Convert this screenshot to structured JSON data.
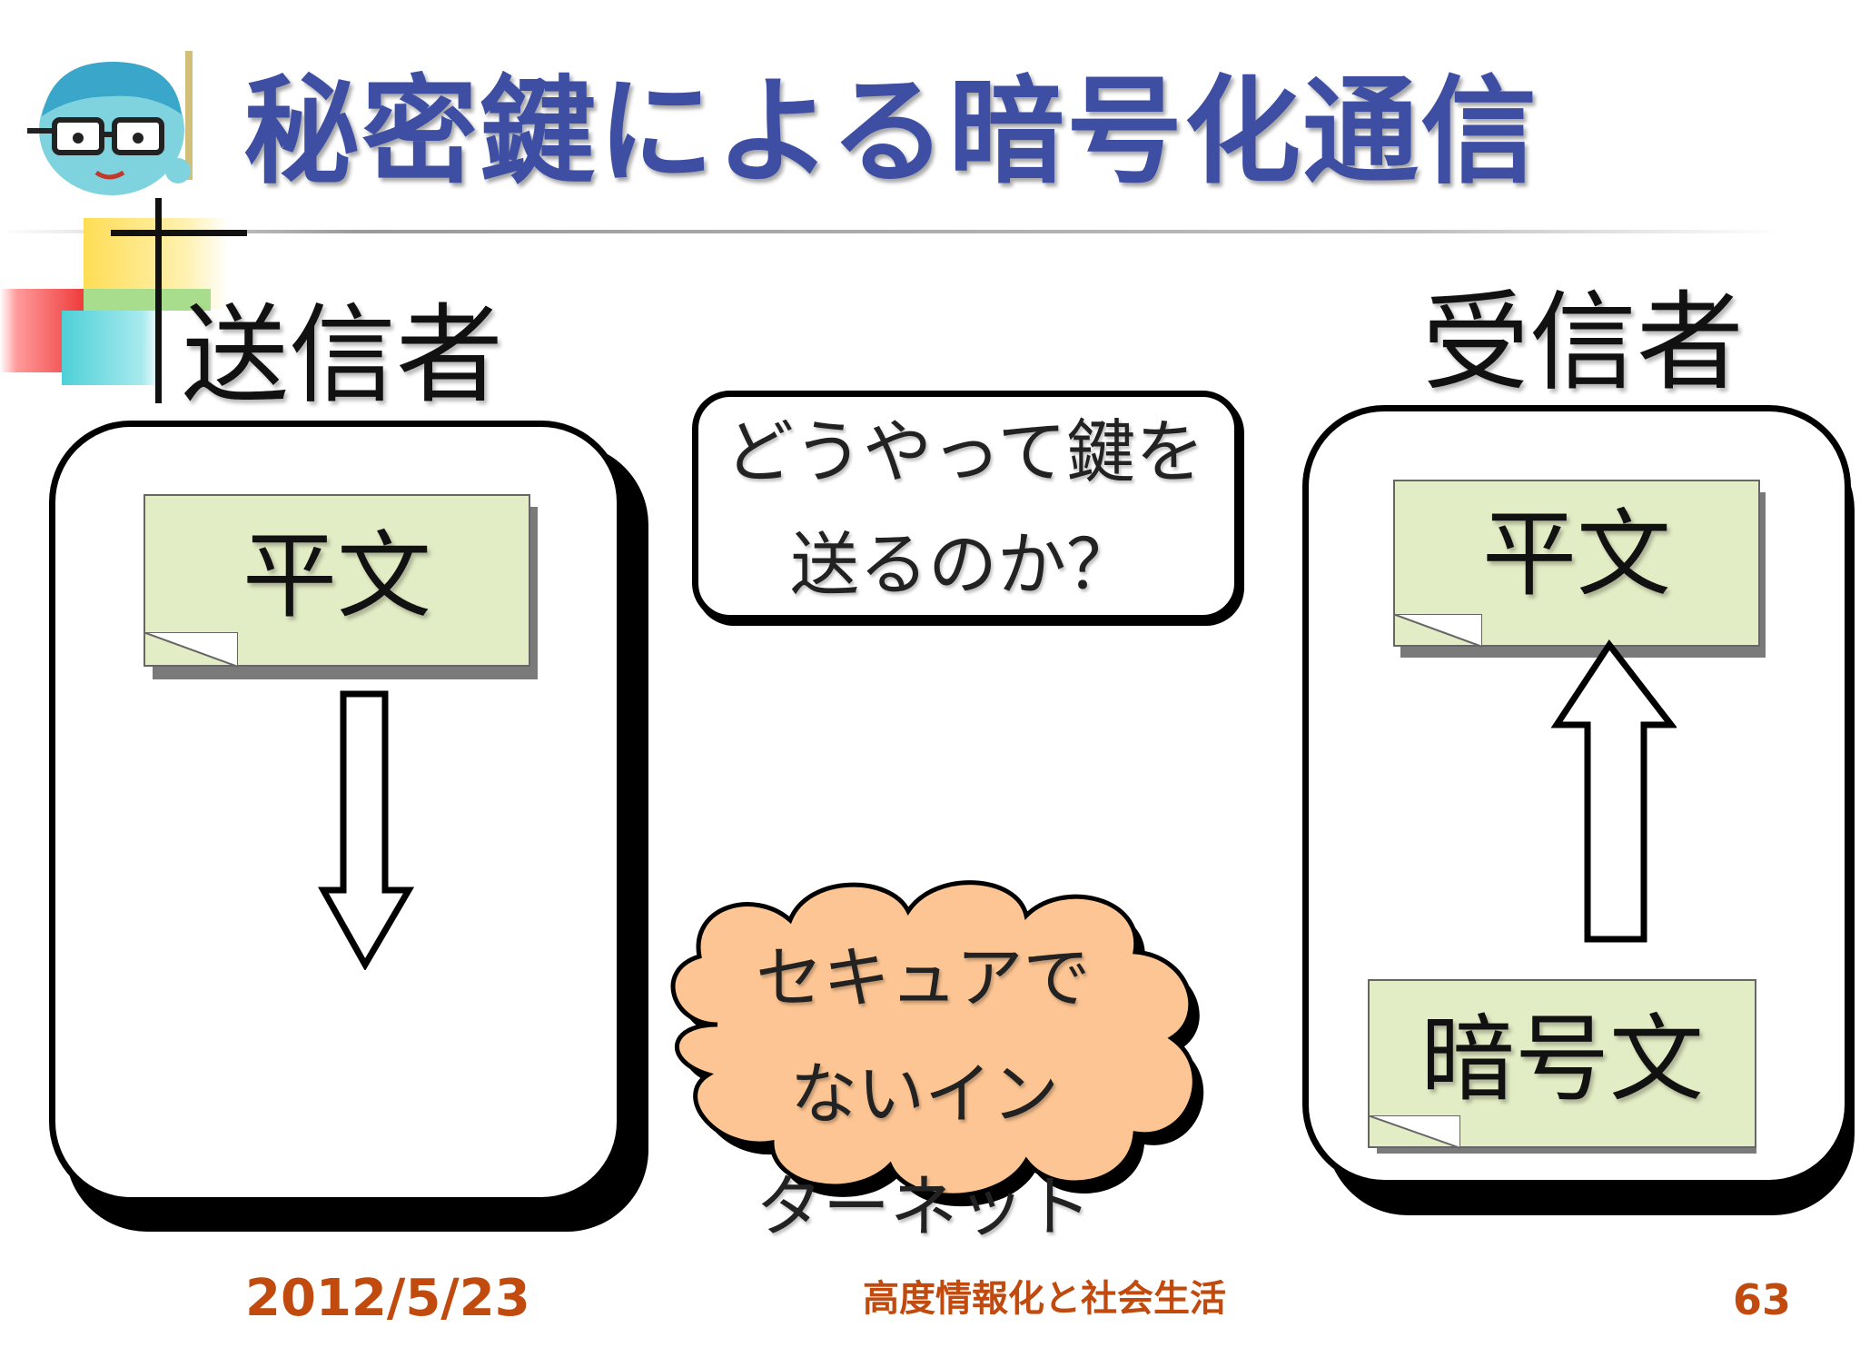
{
  "slide": {
    "title": "秘密鍵による暗号化通信",
    "title_color": "#3e4fa3",
    "accent_colors": [
      "#ffdd55",
      "#ef3b3b",
      "#4dd0d6",
      "#9fdb8a"
    ]
  },
  "sender": {
    "label": "送信者",
    "note": "平文"
  },
  "receiver": {
    "label": "受信者",
    "note_top": "平文",
    "note_bottom": "暗号文"
  },
  "callout": {
    "lines": [
      "どうやって鍵を",
      "送るのか？"
    ]
  },
  "cloud": {
    "lines": [
      "セキュアで",
      "ないイン",
      "ターネット"
    ],
    "fill": "#fdc593"
  },
  "footer": {
    "date": "2012/5/23",
    "course": "高度情報化と社会生活",
    "page": "63"
  }
}
